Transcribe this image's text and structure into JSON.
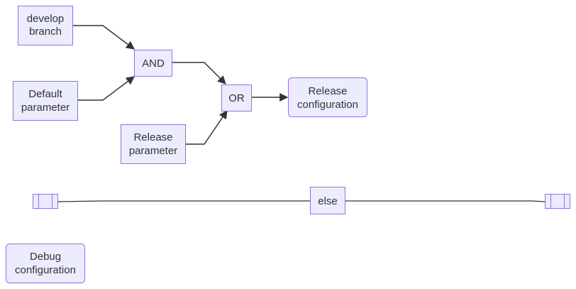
{
  "nodes": {
    "develop_branch": {
      "line1": "develop",
      "line2": "branch"
    },
    "default_parameter": {
      "line1": "Default",
      "line2": "parameter"
    },
    "and": {
      "label": "AND"
    },
    "release_parameter": {
      "line1": "Release",
      "line2": "parameter"
    },
    "or": {
      "label": "OR"
    },
    "release_configuration": {
      "line1": "Release",
      "line2": "configuration"
    },
    "else": {
      "label": "else"
    },
    "debug_configuration": {
      "line1": "Debug",
      "line2": "configuration"
    }
  },
  "colors": {
    "node_fill": "#ECECFF",
    "node_stroke": "#9370DB",
    "edge": "#333333",
    "text": "#333333"
  }
}
